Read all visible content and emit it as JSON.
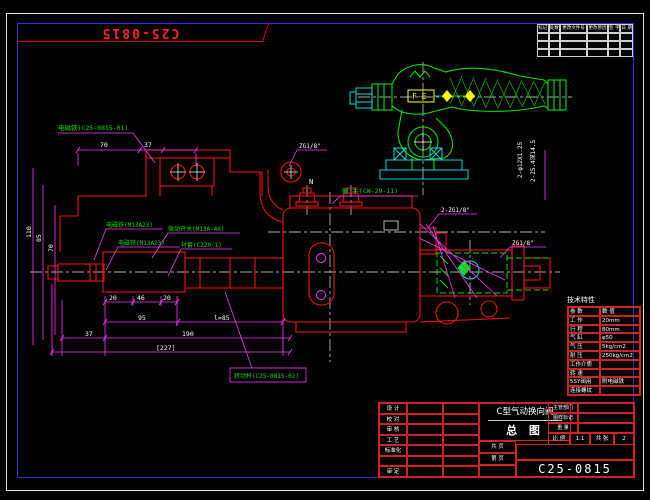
{
  "corner_label": {
    "text": "C25-0815"
  },
  "revision_table": {
    "headers": [
      "标记",
      "处数",
      "更改文件号",
      "更改原因",
      "签 字",
      "日 期"
    ]
  },
  "drawing_labels": {
    "solenoid_main": "电磁铁(C25-0815-01)",
    "solenoid_a": "电磁铁(M13A23)",
    "solenoid_b": "电磁铁(M13A23)",
    "switch": "微动开关(M13A-46)",
    "bushing": "衬套(C220-1)",
    "rod": "转动杆(C25-0815-02)",
    "handle": "搬 手(CW-29-11)",
    "fe_marker": "F-E",
    "n_marker": "N",
    "thread_top": "ZG1/8\"",
    "thread_right": "ZG1/8\"",
    "thread_double": "2-ZG1/8\"",
    "note_vertical_a": "2-φ12X1.25",
    "note_vertical_b": "2-25.4深14.5"
  },
  "dimensions": {
    "top_a": "70",
    "top_b": "37",
    "left_a": "110",
    "left_b": "85",
    "left_c": "70",
    "bottom_row1": [
      "20",
      "46",
      "20"
    ],
    "bottom_row2_a": "95",
    "bottom_row2_b": "l=85",
    "bottom_row3_a": "37",
    "bottom_row3_b": "190",
    "bottom_row4": "[227]"
  },
  "spec_table": {
    "title": "技术特性",
    "rows": [
      {
        "label": "参 数",
        "value": "数 值"
      },
      {
        "label": "工 作",
        "value": "20mm"
      },
      {
        "label": "行 程",
        "value": "80mm"
      },
      {
        "label": "气 缸",
        "value": "φ50"
      },
      {
        "label": "气 压",
        "value": "5kg/cm2"
      },
      {
        "label": "耐 压",
        "value": "250kg/cm2"
      },
      {
        "label": "工作介质",
        "value": ""
      },
      {
        "label": "转 速",
        "value": ""
      },
      {
        "label": "5SY阀用",
        "value": "附电磁铁"
      },
      {
        "label": "连接螺纹",
        "value": ""
      }
    ]
  },
  "title_block": {
    "left_rows": [
      "设 计",
      "校 对",
      "审 核",
      "工 艺",
      "标准化",
      "",
      "审 定"
    ],
    "product_name": "C型气动换向阀",
    "drawing_type": "总 图",
    "pages_total_label": "共 页",
    "page_no_label": "第 页",
    "right_rows": [
      "主管部门",
      "图样标记",
      "重 量"
    ],
    "scale_label": "比 例",
    "scale_value": "1:1",
    "sheet_label": "共 张",
    "sheet_value": "2",
    "drawing_number": "C25-0815"
  }
}
